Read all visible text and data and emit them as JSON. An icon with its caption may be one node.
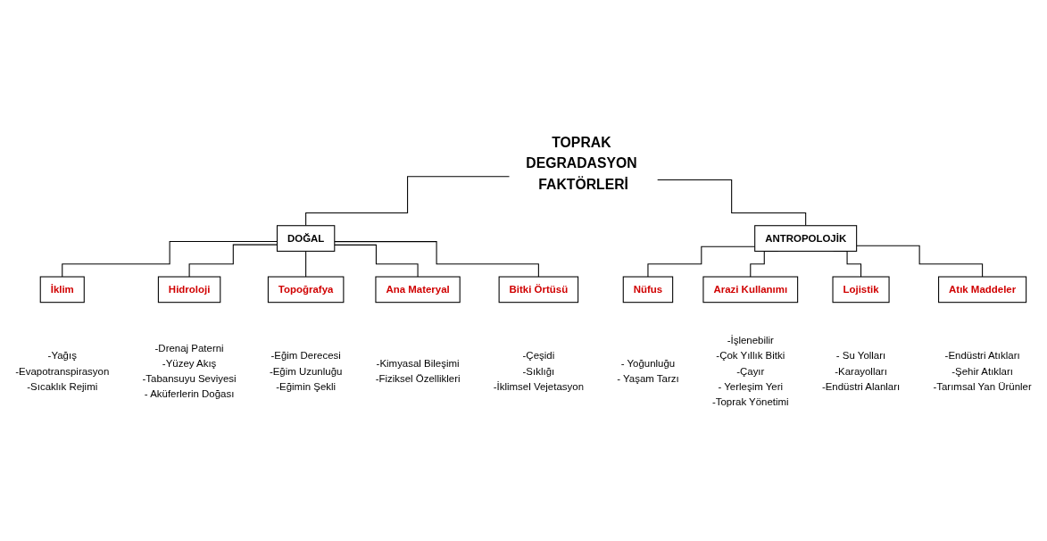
{
  "diagram": {
    "nodes": [
      {
        "text": [
          "TOPRAK DEGRADASYON FAKTÖRLERİ"
        ]
      },
      {
        "text": [
          "DOĞAL"
        ]
      },
      {
        "text": [
          "İklim"
        ],
        "beside": [
          "-Yağış",
          "-Evapotranspirasyon",
          "-Sıcaklık Rejimi"
        ]
      },
      {
        "text": [
          "Hidroloji"
        ],
        "beside": [
          "-Drenaj Paterni",
          "-Yüzey Akış",
          "-Tabansuyu Seviyesi",
          "- Aküferlerin Doğası"
        ]
      },
      {
        "text": [
          "Topoğrafya"
        ],
        "beside": [
          "-Eğim Derecesi",
          "-Eğim Uzunluğu",
          "-Eğimin Şekli"
        ]
      },
      {
        "text": [
          "Ana Materyal"
        ],
        "beside": [
          "-Kimyasal Bileşimi",
          "-Fiziksel Özellikleri"
        ]
      },
      {
        "text": [
          "Bitki Örtüsü"
        ],
        "beside": [
          "-Çeşidi",
          "-Sıklığı",
          "-İklimsel Vejetasyon"
        ]
      },
      {
        "text": [
          "ANTROPOLOJİK"
        ]
      },
      {
        "text": [
          "Nüfus"
        ],
        "beside": [
          "- Yoğunluğu",
          "- Yaşam Tarzı"
        ]
      },
      {
        "text": [
          "Arazi Kullanımı"
        ],
        "beside": [
          "-İşlenebilir",
          "-Çok Yıllık Bitki",
          "-Çayır",
          "- Yerleşim Yeri",
          "-Toprak Yönetimi"
        ]
      },
      {
        "text": [
          "Lojistik"
        ],
        "beside": [
          "- Su Yolları",
          "-Karayolları",
          "-Endüstri Alanları"
        ]
      },
      {
        "text": [
          "Atık Maddeler"
        ],
        "beside": [
          "-Endüstri Atıkları",
          "-Şehir Atıkları",
          "-Tarımsal Yan Ürünler"
        ]
      }
    ],
    "edges": [
      {
        "from": 0,
        "to": 1,
        "arrow": "none"
      },
      {
        "from": 0,
        "to": 7,
        "arrow": "none"
      },
      {
        "from": 1,
        "to": 2,
        "arrow": "none"
      },
      {
        "from": 1,
        "to": 3,
        "arrow": "none"
      },
      {
        "from": 1,
        "to": 4,
        "arrow": "none"
      },
      {
        "from": 1,
        "to": 5,
        "arrow": "none"
      },
      {
        "from": 1,
        "to": 6,
        "arrow": "none"
      },
      {
        "from": 7,
        "to": 8,
        "arrow": "none"
      },
      {
        "from": 7,
        "to": 9,
        "arrow": "none"
      },
      {
        "from": 7,
        "to": 10,
        "arrow": "none"
      },
      {
        "from": 7,
        "to": 11,
        "arrow": "none"
      }
    ]
  }
}
